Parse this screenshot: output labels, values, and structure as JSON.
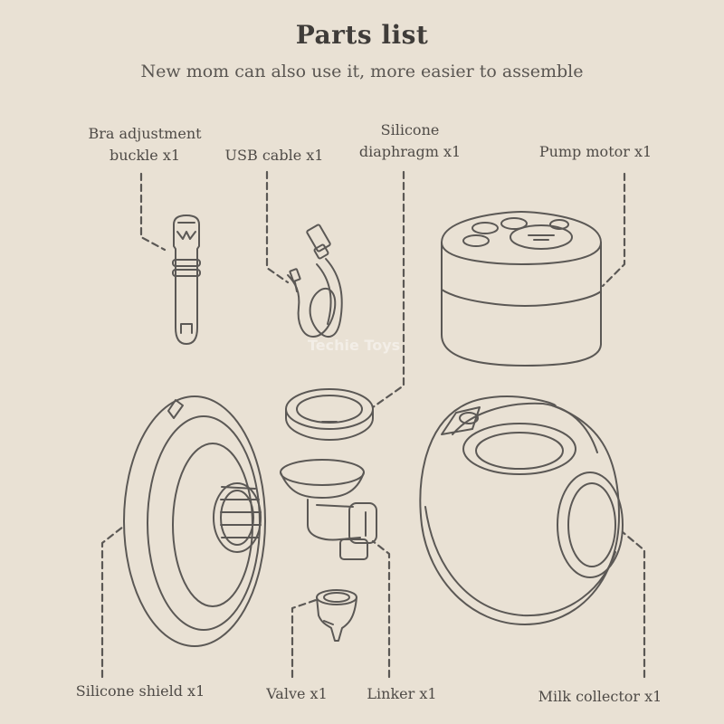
{
  "header": {
    "title": "Parts list",
    "subtitle": "New mom can also use it, more easier to assemble"
  },
  "labels": {
    "bra_buckle_line1": "Bra adjustment",
    "bra_buckle_line2": "buckle x1",
    "usb_cable": "USB cable x1",
    "diaphragm_line1": "Silicone",
    "diaphragm_line2": "diaphragm x1",
    "pump_motor": "Pump motor x1",
    "silicone_shield": "Silicone shield x1",
    "valve": "Valve x1",
    "linker": "Linker x1",
    "milk_collector": "Milk collector x1"
  },
  "watermark": "Techie Toys",
  "colors": {
    "background": "#e9e1d4",
    "line": "#5b5855",
    "text": "#4a4744"
  },
  "icons": [
    "bra-buckle-icon",
    "usb-cable-icon",
    "pump-motor-icon",
    "diaphragm-icon",
    "shield-icon",
    "linker-icon",
    "valve-icon",
    "milk-collector-icon"
  ]
}
